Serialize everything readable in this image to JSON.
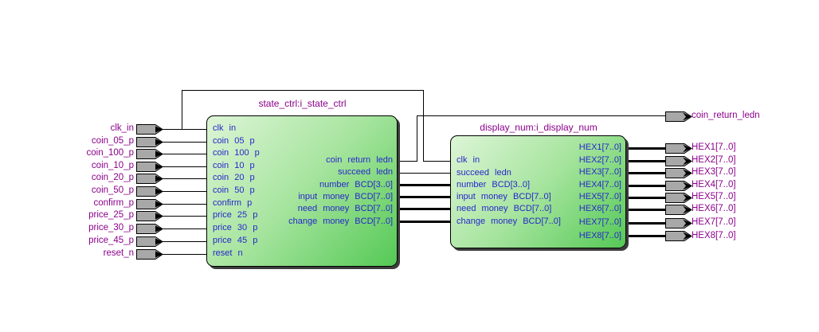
{
  "diagram": {
    "tool": "rtl-schematic-viewer",
    "colors": {
      "background": "#ffffff",
      "pin_label": "#8b008b",
      "block_title": "#8b008b",
      "port_label": "#2626cc",
      "block_fill_light": "#ddf5d6",
      "block_fill_dark": "#55c955",
      "block_border": "#000000",
      "pin_fill": "#a8a8a8",
      "wire": "#000000"
    },
    "input_pins": [
      {
        "label": "clk_in"
      },
      {
        "label": "coin_05_p"
      },
      {
        "label": "coin_100_p"
      },
      {
        "label": "coin_10_p"
      },
      {
        "label": "coin_20_p"
      },
      {
        "label": "coin_50_p"
      },
      {
        "label": "confirm_p"
      },
      {
        "label": "price_25_p"
      },
      {
        "label": "price_30_p"
      },
      {
        "label": "price_45_p"
      },
      {
        "label": "reset_n"
      }
    ],
    "output_pins": [
      {
        "label": "coin_return_ledn"
      },
      {
        "label": "HEX1[7..0]"
      },
      {
        "label": "HEX2[7..0]"
      },
      {
        "label": "HEX3[7..0]"
      },
      {
        "label": "HEX4[7..0]"
      },
      {
        "label": "HEX5[7..0]"
      },
      {
        "label": "HEX6[7..0]"
      },
      {
        "label": "HEX7[7..0]"
      },
      {
        "label": "HEX8[7..0]"
      }
    ],
    "blocks": {
      "state_ctrl": {
        "title": "state_ctrl:i_state_ctrl",
        "inputs": [
          {
            "label": "clk in"
          },
          {
            "label": "coin 05 p"
          },
          {
            "label": "coin 100 p"
          },
          {
            "label": "coin 10 p"
          },
          {
            "label": "coin 20 p"
          },
          {
            "label": "coin 50 p"
          },
          {
            "label": "confirm p"
          },
          {
            "label": "price 25 p"
          },
          {
            "label": "price 30 p"
          },
          {
            "label": "price 45 p"
          },
          {
            "label": "reset n"
          }
        ],
        "outputs": [
          {
            "label": "coin return ledn"
          },
          {
            "label": "succeed ledn"
          },
          {
            "label": "number BCD[3..0]"
          },
          {
            "label": "input money BCD[7..0]"
          },
          {
            "label": "need money BCD[7..0]"
          },
          {
            "label": "change money BCD[7..0]"
          }
        ]
      },
      "display_num": {
        "title": "display_num:i_display_num",
        "inputs": [
          {
            "label": "clk in"
          },
          {
            "label": "succeed ledn"
          },
          {
            "label": "number BCD[3..0]"
          },
          {
            "label": "input money BCD[7..0]"
          },
          {
            "label": "need money BCD[7..0]"
          },
          {
            "label": "change money BCD[7..0]"
          }
        ],
        "outputs": [
          {
            "label": "HEX1[7..0]"
          },
          {
            "label": "HEX2[7..0]"
          },
          {
            "label": "HEX3[7..0]"
          },
          {
            "label": "HEX4[7..0]"
          },
          {
            "label": "HEX5[7..0]"
          },
          {
            "label": "HEX6[7..0]"
          },
          {
            "label": "HEX7[7..0]"
          },
          {
            "label": "HEX8[7..0]"
          }
        ]
      }
    }
  }
}
